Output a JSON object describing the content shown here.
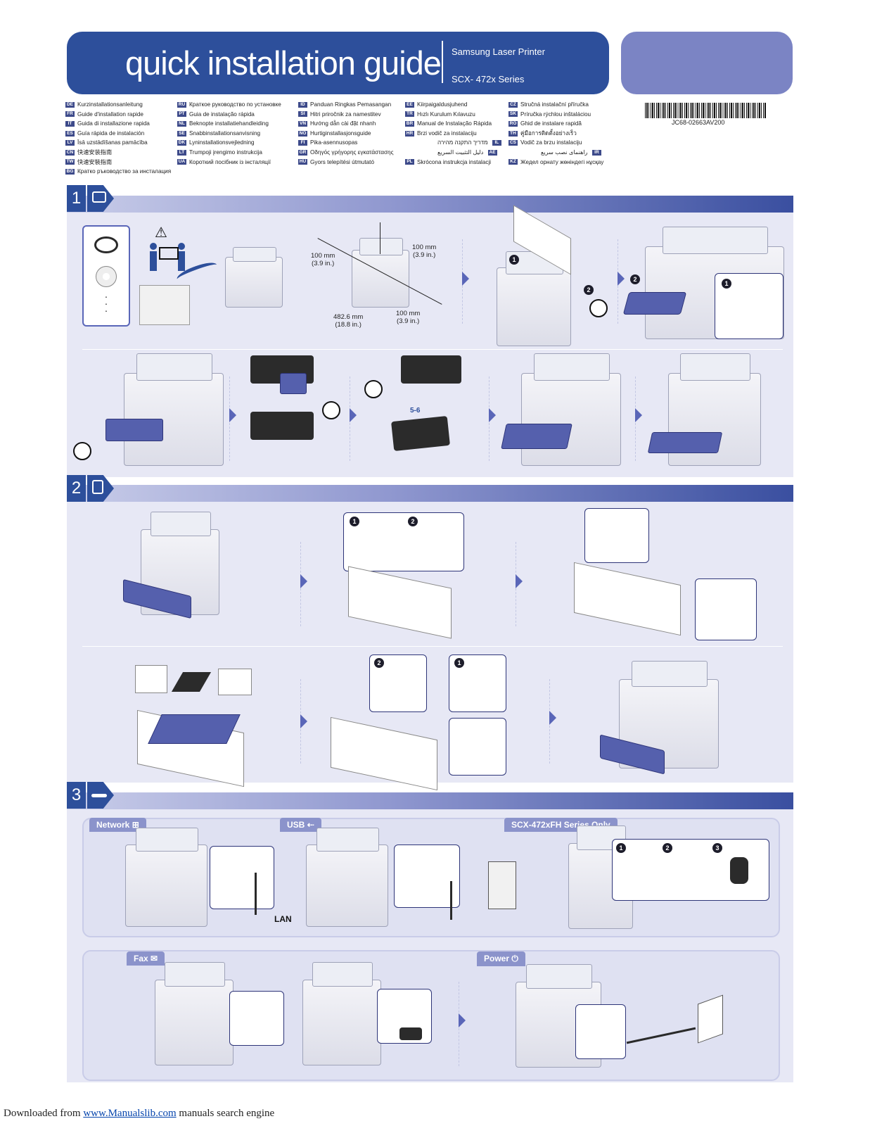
{
  "header": {
    "title": "quick installation guide",
    "brand": "Samsung Laser Printer",
    "model": "SCX- 472x Series",
    "part_number": "JC68-02663AV200"
  },
  "languages": [
    [
      {
        "code": "DE",
        "text": "Kurzinstallationsanleitung"
      },
      {
        "code": "FR",
        "text": "Guide d'installation rapide"
      },
      {
        "code": "IT",
        "text": "Guida di installazione rapida"
      },
      {
        "code": "ES",
        "text": "Guía rápida de instalación"
      },
      {
        "code": "LV",
        "text": "Īsā uzstādīšanas pamācība"
      },
      {
        "code": "CN",
        "text": "快速安装指南"
      },
      {
        "code": "TW",
        "text": "快速安裝指南"
      },
      {
        "code": "BG",
        "text": "Кратко ръководство за инсталация"
      }
    ],
    [
      {
        "code": "RU",
        "text": "Краткое руководство по установке"
      },
      {
        "code": "PT",
        "text": "Guia de instalação rápida"
      },
      {
        "code": "NL",
        "text": "Beknopte installatiehandleiding"
      },
      {
        "code": "SE",
        "text": "Snabbinstallationsanvisning"
      },
      {
        "code": "DK",
        "text": "Lyninstallationsvejledning"
      },
      {
        "code": "LT",
        "text": "Trumpoji įrengimo instrukcija"
      },
      {
        "code": "UA",
        "text": "Короткий посібник із інсталяції"
      }
    ],
    [
      {
        "code": "ID",
        "text": "Panduan Ringkas Pemasangan"
      },
      {
        "code": "SI",
        "text": "Hitri priročnik za namestitev"
      },
      {
        "code": "VN",
        "text": "Hướng dẫn cài đặt nhanh"
      },
      {
        "code": "NO",
        "text": "Hurtiginstallasjonsguide"
      },
      {
        "code": "FI",
        "text": "Pika-asennusopas"
      },
      {
        "code": "GR",
        "text": "Οδηγός γρήγορης εγκατάστασης"
      },
      {
        "code": "HU",
        "text": "Gyors telepítési útmutató"
      }
    ],
    [
      {
        "code": "EE",
        "text": "Kiirpaigaldusjuhend"
      },
      {
        "code": "TR",
        "text": "Hızlı Kurulum Kılavuzu"
      },
      {
        "code": "BR",
        "text": "Manual de Instalação Rápida"
      },
      {
        "code": "HR",
        "text": "Brzi vodič za instalaciju"
      },
      {
        "code": "IL",
        "text": "מדריך התקנה מהירה",
        "rtl": true
      },
      {
        "code": "AE",
        "text": "دليل التثبيت السريع",
        "rtl": true
      },
      {
        "code": "PL",
        "text": "Skrócona instrukcja instalacji"
      }
    ],
    [
      {
        "code": "CZ",
        "text": "Stručná instalační příručka"
      },
      {
        "code": "SK",
        "text": "Príručka rýchlou inštaláciou"
      },
      {
        "code": "RO",
        "text": "Ghid de instalare rapidă"
      },
      {
        "code": "TH",
        "text": "คู่มือการติดตั้งอย่างเร็ว"
      },
      {
        "code": "CS",
        "text": "Vodič za brzu instalaciju"
      },
      {
        "code": "IR",
        "text": "راهنمای نصب سریع",
        "rtl": true
      },
      {
        "code": "KZ",
        "text": "Жедел орнату жөніндегі нұсқау"
      }
    ]
  ],
  "sections": {
    "s1": "1",
    "s2": "2",
    "s3": "3"
  },
  "dimensions": {
    "left": "100 mm\n(3.9 in.)",
    "right": "100 mm\n(3.9 in.)",
    "front": "482.6 mm\n(18.8 in.)",
    "back": "100 mm\n(3.9 in.)"
  },
  "callouts": {
    "n1": "1",
    "n2": "2",
    "n3": "3",
    "shake": "5-6"
  },
  "connections": {
    "network": "Network",
    "lan": "LAN",
    "usb": "USB",
    "fh_only": "SCX-472xFH Series Only",
    "fax": "Fax",
    "power": "Power"
  },
  "footer": {
    "prefix": "Downloaded from ",
    "link": "www.Manualslib.com",
    "suffix": " manuals search engine"
  },
  "colors": {
    "primary": "#2d4f9b",
    "accent": "#7b84c4",
    "panel": "#e7e8f5"
  }
}
